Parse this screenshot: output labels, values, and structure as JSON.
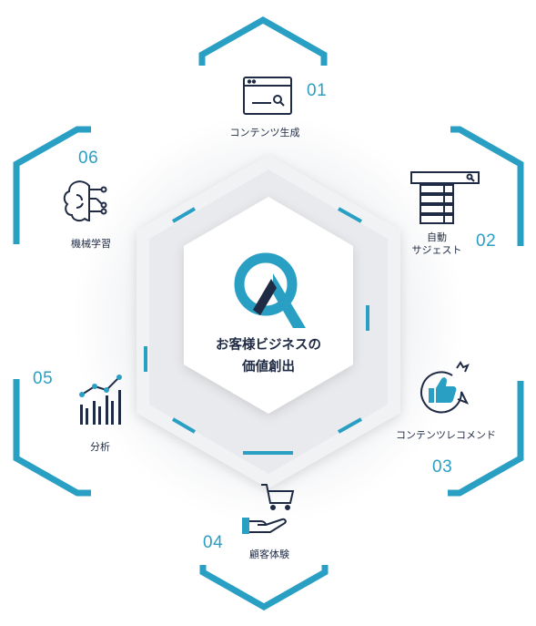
{
  "center": {
    "line1": "お客様ビジネスの",
    "line2": "価値創出",
    "logo_icon": "qa-logo-icon"
  },
  "nodes": [
    {
      "number": "01",
      "label": "コンテンツ生成",
      "icon": "browser-search-icon"
    },
    {
      "number": "02",
      "label_line1": "自動",
      "label_line2": "サジェスト",
      "icon": "search-list-icon"
    },
    {
      "number": "03",
      "label": "コンテンツレコメンド",
      "icon": "thumbs-up-bubble-icon"
    },
    {
      "number": "04",
      "label": "顧客体験",
      "icon": "cart-hand-icon"
    },
    {
      "number": "05",
      "label": "分析",
      "icon": "bar-chart-icon"
    },
    {
      "number": "06",
      "label": "機械学習",
      "icon": "brain-circuit-icon"
    }
  ],
  "colors": {
    "accent": "#2a9fc4",
    "navy": "#1f2a44",
    "hex_fill": "#f4f5f7"
  }
}
